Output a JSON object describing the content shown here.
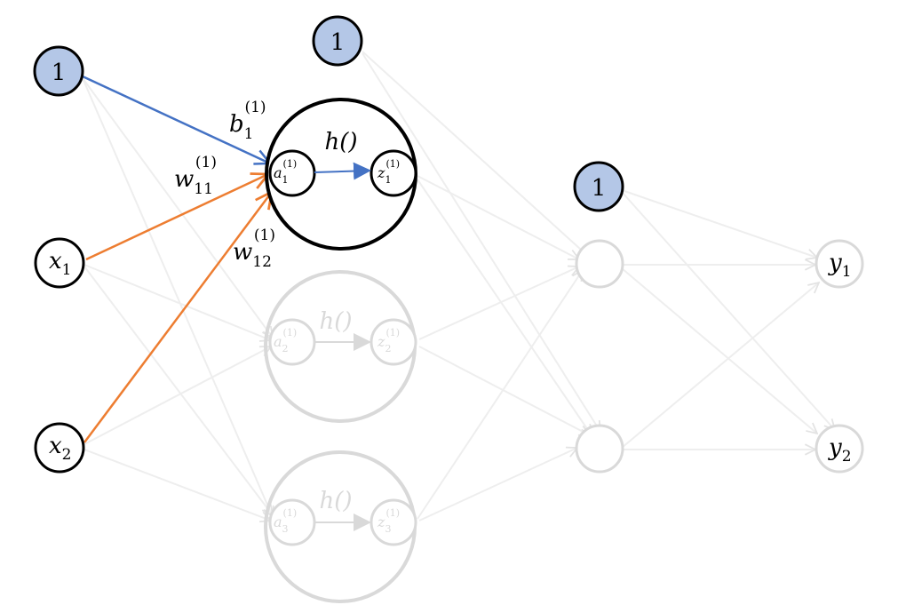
{
  "colors": {
    "bias_fill": "#b4c7e7",
    "bias_edge": "#4472c4",
    "weight_edge": "#ed7d31",
    "active": "#000000",
    "faded": "#d9d9d9",
    "faded_edge": "#eeeeee",
    "background": "#ffffff"
  },
  "inputs": {
    "bias": "1",
    "x1": {
      "base": "x",
      "sub": "1"
    },
    "x2": {
      "base": "x",
      "sub": "2"
    }
  },
  "hidden1": {
    "bias": "1",
    "activation": "h()",
    "neurons": [
      {
        "a": {
          "base": "a",
          "sub": "1",
          "sup": "(1)"
        },
        "z": {
          "base": "z",
          "sub": "1",
          "sup": "(1)"
        }
      },
      {
        "a": {
          "base": "a",
          "sub": "2",
          "sup": "(1)"
        },
        "z": {
          "base": "z",
          "sub": "2",
          "sup": "(1)"
        }
      },
      {
        "a": {
          "base": "a",
          "sub": "3",
          "sup": "(1)"
        },
        "z": {
          "base": "z",
          "sub": "3",
          "sup": "(1)"
        }
      }
    ]
  },
  "hidden2": {
    "bias": "1"
  },
  "outputs": {
    "y1": {
      "base": "y",
      "sub": "1"
    },
    "y2": {
      "base": "y",
      "sub": "2"
    }
  },
  "edge_labels": {
    "b1": {
      "base": "b",
      "sub": "1",
      "sup": "(1)"
    },
    "w11": {
      "base": "w",
      "sub": "11",
      "sup": "(1)"
    },
    "w12": {
      "base": "w",
      "sub": "12",
      "sup": "(1)"
    }
  }
}
